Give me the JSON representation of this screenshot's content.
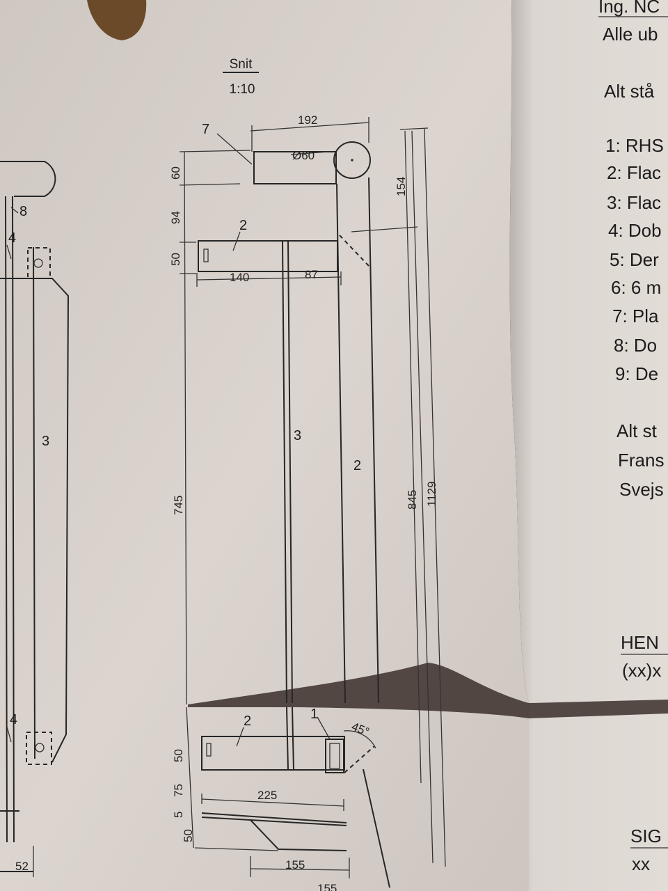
{
  "section": {
    "title": "Snit",
    "scale": "1:10"
  },
  "dimensions": {
    "top_width": "192",
    "pipe_diameter": "Ø60",
    "h60": "60",
    "h94": "94",
    "h50_upper": "50",
    "h154": "154",
    "w140": "140",
    "w87": "87",
    "h745": "745",
    "h845": "845",
    "h1129": "1129",
    "h50_lower": "50",
    "h75": "75",
    "h5": "5",
    "h50_bottom": "50",
    "w225": "225",
    "w155": "155",
    "w155_partial": "155",
    "w52": "52",
    "angle": "45°"
  },
  "part_labels": {
    "p7": "7",
    "p8": "8",
    "p4_upper": "4",
    "p2_upper": "2",
    "p3_left": "3",
    "p3_mid": "3",
    "p2_mid": "2",
    "p4_lower": "4",
    "p2_lower": "2",
    "p1": "1"
  },
  "notes_sheet": {
    "header_1": "Ing. NC",
    "header_2": "Alle ub",
    "line_intro": "Alt stå",
    "items": [
      "1: RHS",
      "2: Flac",
      "3: Flac",
      "4: Dob",
      "5: Der",
      "6: 6 m",
      "7: Pla",
      "8: Do",
      "9: De"
    ],
    "footer_1": "Alt st",
    "footer_2": "Frans",
    "footer_3": "Svejs",
    "hent_label": "HEN",
    "hent_value": "(xx)x",
    "sig_label": "SIG",
    "sig_value": "xx"
  },
  "colors": {
    "paper": "#d8d1cb",
    "ink": "#262626",
    "background": "#3a2a1c"
  }
}
